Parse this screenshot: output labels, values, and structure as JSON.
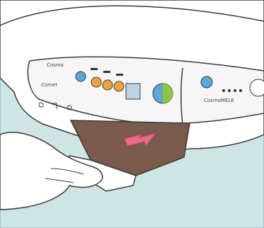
{
  "illustration": {
    "subject": "bidet-remote-battery-tray",
    "colors": {
      "background": "#cde6e5",
      "body": "#ffffff",
      "panel": "#f6f6f6",
      "outline": "#3a3a3a",
      "orange_button": "#f3a33a",
      "blue_button": "#5aa7d8",
      "green_button": "#8cc63f",
      "drawer": "#7a5a4a",
      "arrow": "#ef6a8a"
    }
  },
  "panel_left": {
    "brand": "Cosmo",
    "brand_sub": "Comet"
  },
  "panel_right": {
    "brand": "CosmoMELK"
  },
  "icons": [
    "power-icon",
    "nozzle-icon",
    "flow-icon",
    "usb-icon",
    "arrow-icon"
  ]
}
